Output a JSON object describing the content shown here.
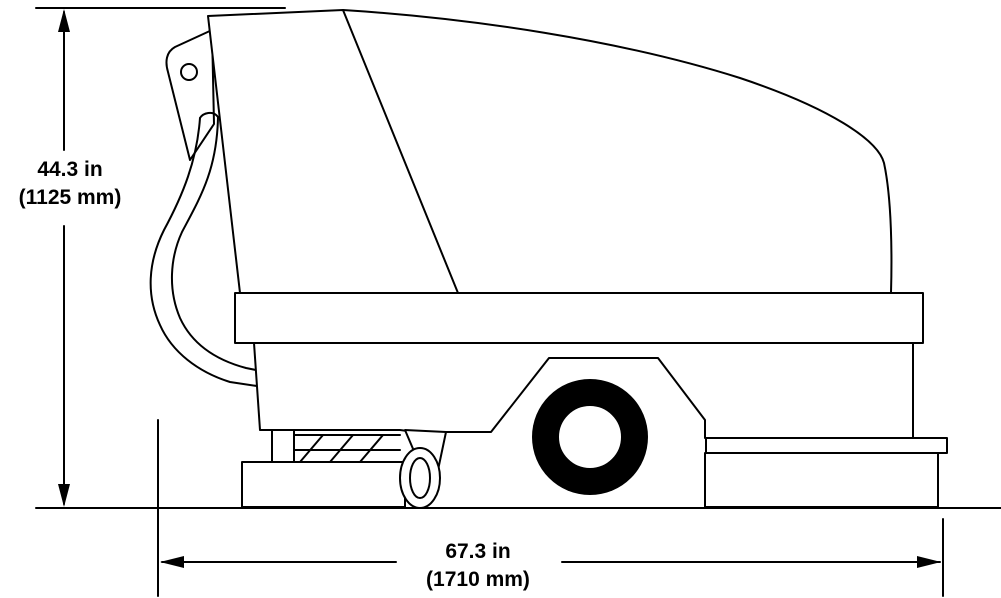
{
  "dimensions": {
    "height": {
      "imperial": "44.3 in",
      "metric": "(1125 mm)"
    },
    "length": {
      "imperial": "67.3 in",
      "metric": "(1710 mm)"
    }
  },
  "colors": {
    "line": "#000000",
    "background": "#ffffff"
  }
}
